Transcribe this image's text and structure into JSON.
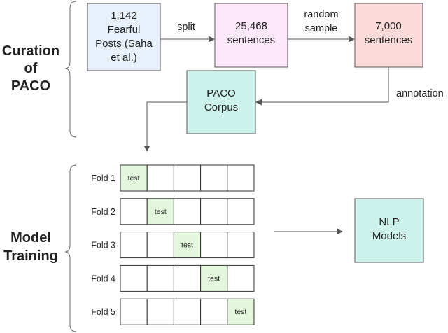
{
  "sections": {
    "curation": [
      "Curation",
      "of",
      "PACO"
    ],
    "training": [
      "Model",
      "Training"
    ]
  },
  "nodes": {
    "posts": {
      "lines": [
        "1,142",
        "Fearful",
        "Posts (Saha",
        "et al.)"
      ],
      "fill": "#e8f0fb"
    },
    "sentences": {
      "lines": [
        "25,468",
        "sentences"
      ],
      "fill": "#fde8fa"
    },
    "sample": {
      "lines": [
        "7,000",
        "sentences"
      ],
      "fill": "#fbdada"
    },
    "corpus": {
      "lines": [
        "PACO",
        "Corpus"
      ],
      "fill": "#cdf2ec"
    },
    "models": {
      "lines": [
        "NLP",
        "Models"
      ],
      "fill": "#cdf2ec"
    }
  },
  "edges": {
    "split": [
      "split"
    ],
    "random_sample": [
      "random",
      "sample"
    ],
    "annotation": [
      "annotation"
    ]
  },
  "folds": {
    "labels": [
      "Fold 1",
      "Fold 2",
      "Fold 3",
      "Fold 4",
      "Fold 5"
    ],
    "test_label": "test",
    "test_positions": [
      0,
      1,
      2,
      3,
      4
    ],
    "cells_per_row": 5,
    "test_fill": "#e3f7dc"
  }
}
